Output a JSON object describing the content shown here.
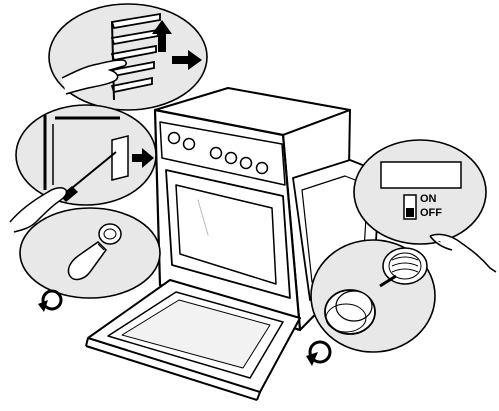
{
  "switch": {
    "on_label": "ON",
    "off_label": "OFF"
  },
  "colors": {
    "ink": "#000000",
    "inset_fill": "#e6e6e6",
    "window": "#ffffff",
    "shade": "#d4d4d4"
  },
  "icons": {
    "arrow": "filled-black-arrow",
    "rotate": "counterclockwise-unscrew-icon"
  }
}
